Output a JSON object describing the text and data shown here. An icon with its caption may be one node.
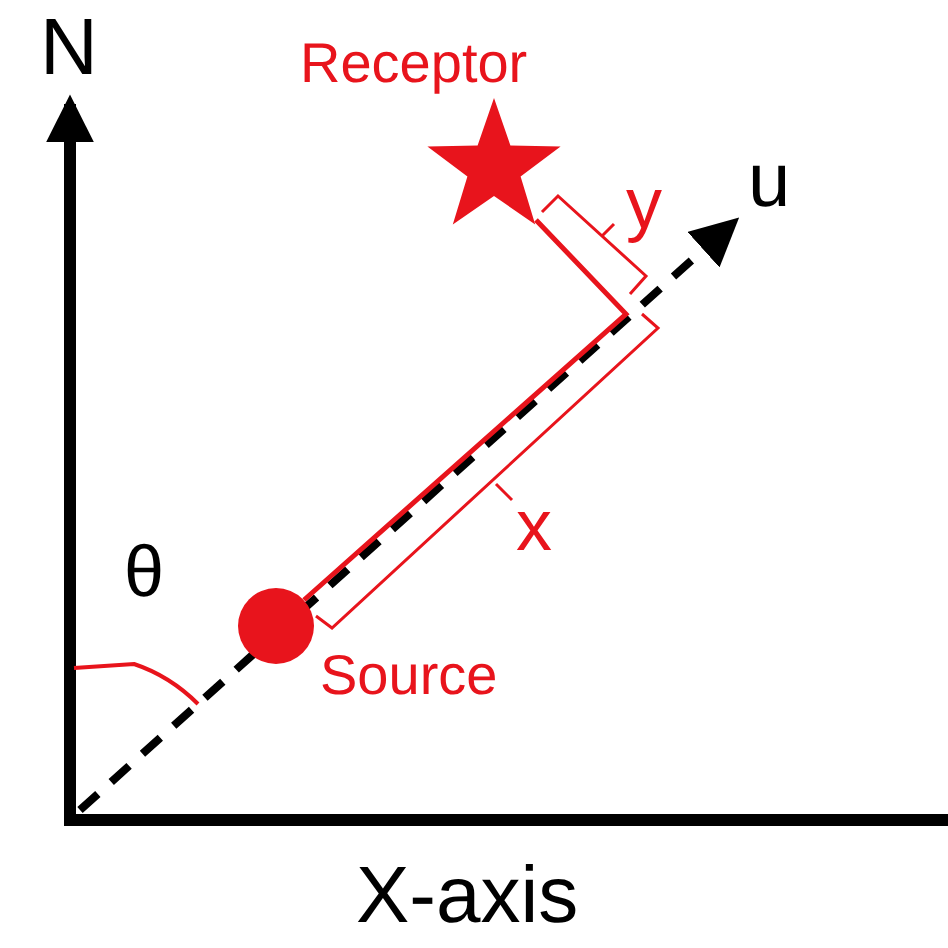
{
  "diagram": {
    "nodes": [
      {
        "text": [],
        "shape": "star",
        "beside": [
          "Receptor"
        ]
      },
      {
        "text": [],
        "shape": "circle",
        "beside": [
          "Source"
        ]
      }
    ],
    "edges": [
      {
        "from": 1,
        "to": 0,
        "arrow": "none"
      }
    ],
    "labels": [
      "N",
      "y",
      "u",
      "θ",
      "x",
      "X-axis"
    ]
  }
}
